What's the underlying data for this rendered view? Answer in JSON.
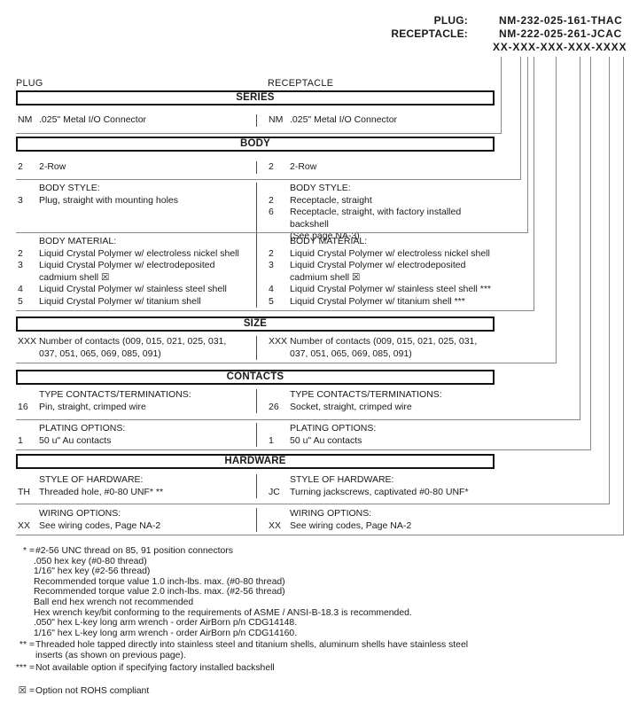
{
  "part_numbers": {
    "plug_label": "PLUG:",
    "plug_value": "NM-232-025-161-THAC",
    "receptacle_label": "RECEPTACLE:",
    "receptacle_value": "NM-222-025-261-JCAC",
    "mask_value": "XX-XXX-XXX-XXX-XXXX"
  },
  "column_headers": {
    "plug": "PLUG",
    "receptacle": "RECEPTACLE"
  },
  "series": {
    "title": "SERIES",
    "left": [
      {
        "code": "NM",
        "desc": ".025\" Metal I/O Connector"
      }
    ],
    "right": [
      {
        "code": "NM",
        "desc": ".025\" Metal I/O Connector"
      }
    ]
  },
  "body": {
    "title": "BODY",
    "row": {
      "left": [
        {
          "code": "2",
          "desc": "2-Row"
        }
      ],
      "right": [
        {
          "code": "2",
          "desc": "2-Row"
        }
      ]
    },
    "style": {
      "label": "BODY STYLE:",
      "left": [
        {
          "code": "3",
          "desc": "Plug, straight with mounting holes"
        }
      ],
      "right": [
        {
          "code": "2",
          "desc": "Receptacle, straight"
        },
        {
          "code": "6",
          "desc": "Receptacle, straight, with factory installed backshell\n(See page NA-3)"
        }
      ]
    },
    "material": {
      "label": "BODY MATERIAL:",
      "left": [
        {
          "code": "2",
          "desc": "Liquid Crystal Polymer w/ electroless nickel shell"
        },
        {
          "code": "3",
          "desc": "Liquid Crystal Polymer w/ electrodeposited\ncadmium shell  ☒"
        },
        {
          "code": "4",
          "desc": "Liquid Crystal Polymer w/ stainless steel shell"
        },
        {
          "code": "5",
          "desc": "Liquid Crystal Polymer w/ titanium shell"
        }
      ],
      "right": [
        {
          "code": "2",
          "desc": "Liquid Crystal Polymer w/ electroless nickel shell"
        },
        {
          "code": "3",
          "desc": "Liquid Crystal Polymer w/ electrodeposited\ncadmium shell  ☒"
        },
        {
          "code": "4",
          "desc": "Liquid Crystal Polymer w/ stainless steel shell ***"
        },
        {
          "code": "5",
          "desc": "Liquid Crystal Polymer w/ titanium shell ***"
        }
      ]
    }
  },
  "size": {
    "title": "SIZE",
    "left": [
      {
        "code": "XXX",
        "desc": "Number of contacts (009, 015, 021, 025, 031,\n037, 051, 065, 069, 085, 091)"
      }
    ],
    "right": [
      {
        "code": "XXX",
        "desc": "Number of contacts (009, 015, 021, 025, 031,\n037, 051, 065, 069, 085, 091)"
      }
    ]
  },
  "contacts": {
    "title": "CONTACTS",
    "type": {
      "label": "TYPE CONTACTS/TERMINATIONS:",
      "left": [
        {
          "code": "16",
          "desc": "Pin, straight, crimped wire"
        }
      ],
      "right": [
        {
          "code": "26",
          "desc": "Socket, straight, crimped wire"
        }
      ]
    },
    "plating": {
      "label": "PLATING OPTIONS:",
      "left": [
        {
          "code": "1",
          "desc": "50 u\" Au contacts"
        }
      ],
      "right": [
        {
          "code": "1",
          "desc": "50 u\" Au contacts"
        }
      ]
    }
  },
  "hardware": {
    "title": "HARDWARE",
    "style": {
      "label": "STYLE OF HARDWARE:",
      "left": [
        {
          "code": "TH",
          "desc": "Threaded hole, #0-80 UNF*  **"
        }
      ],
      "right": [
        {
          "code": "JC",
          "desc": "Turning jackscrews, captivated #0-80 UNF*"
        }
      ]
    },
    "wiring": {
      "label": "WIRING OPTIONS:",
      "left": [
        {
          "code": "XX",
          "desc": "See wiring codes, Page NA-2"
        }
      ],
      "right": [
        {
          "code": "XX",
          "desc": "See wiring codes, Page NA-2"
        }
      ]
    }
  },
  "footnotes": {
    "eq": "=",
    "star": {
      "marker": "*",
      "text": "#2-56 UNC thread on 85, 91 position connectors",
      "lines": [
        ".050 hex key (#0-80 thread)",
        "1/16\" hex key (#2-56 thread)",
        "Recommended torque value 1.0 inch-lbs. max. (#0-80 thread)",
        "Recommended torque value 2.0 inch-lbs. max. (#2-56 thread)",
        "Ball end hex wrench not recommended",
        "Hex wrench key/bit conforming to the requirements of ASME / ANSI-B-18.3 is recommended.",
        ".050\" hex L-key long arm wrench - order AirBorn p/n CDG14148.",
        "1/16\" hex L-key long arm wrench - order AirBorn p/n CDG14160."
      ]
    },
    "doublestar": {
      "marker": "**",
      "text": "Threaded hole tapped directly into stainless steel and titanium shells, aluminum shells have stainless steel\ninserts (as shown on previous page)."
    },
    "triplestar": {
      "marker": "***",
      "text": "Not available option if specifying factory installed backshell"
    },
    "rohs": {
      "marker": "☒",
      "text": "Option not ROHS compliant"
    }
  }
}
